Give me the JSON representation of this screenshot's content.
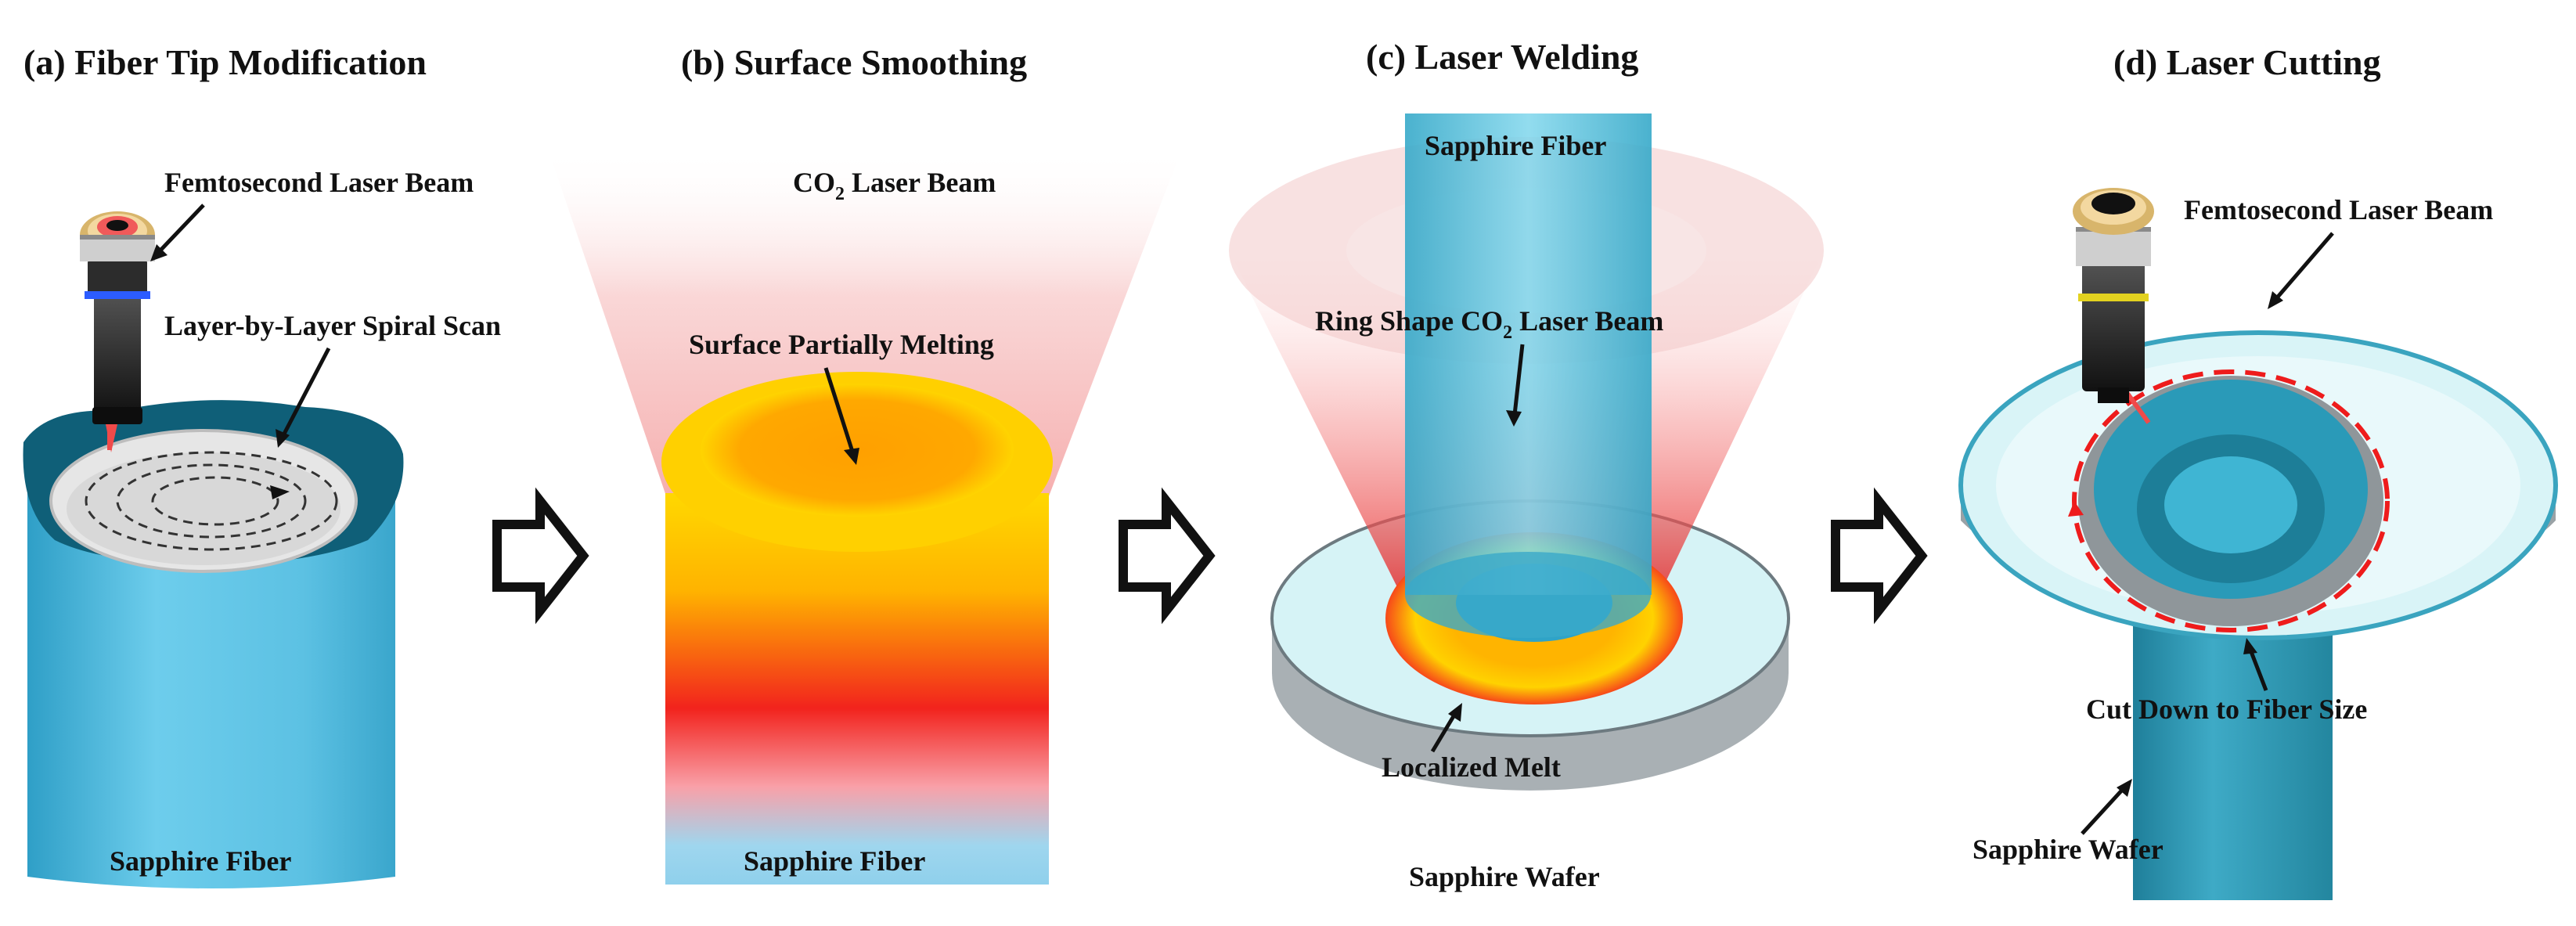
{
  "panels": {
    "a": {
      "title": "(a) Fiber Tip Modification",
      "laser_label": "Femtosecond Laser Beam",
      "scan_label": "Layer-by-Layer Spiral Scan",
      "fiber_label": "Sapphire Fiber",
      "icons": [
        "femtosecond-laser-head-icon",
        "spiral-scan-icon"
      ]
    },
    "b": {
      "title": "(b) Surface Smoothing",
      "laser_label_main": "CO",
      "laser_label_sub": "2",
      "laser_label_tail": " Laser Beam",
      "melt_label": "Surface Partially Melting",
      "fiber_label": "Sapphire Fiber"
    },
    "c": {
      "title": "(c) Laser Welding",
      "fiber_label": "Sapphire Fiber",
      "ring_label_main": "Ring Shape CO",
      "ring_label_sub": "2",
      "ring_label_tail": " Laser Beam",
      "melt_label": "Localized Melt",
      "wafer_label": "Sapphire Wafer"
    },
    "d": {
      "title": "(d) Laser Cutting",
      "laser_label": "Femtosecond Laser Beam",
      "cut_label": "Cut Down to Fiber Size",
      "wafer_label": "Sapphire Wafer",
      "icons": [
        "femtosecond-laser-head-icon",
        "cut-path-icon"
      ]
    }
  },
  "flow_arrows": [
    "step-arrow-icon",
    "step-arrow-icon",
    "step-arrow-icon"
  ],
  "colors": {
    "fiber": "#59c3e6",
    "fiber_dark": "#1f7f9a",
    "wafer": "#bfe9ef",
    "wafer_edge": "#8f9aa0",
    "melt_yellow": "#ffd21a",
    "melt_orange": "#ffa500",
    "melt_red": "#f21b1b",
    "co2_beam": "#f08a8a",
    "cut_path": "#ee1c1c"
  }
}
